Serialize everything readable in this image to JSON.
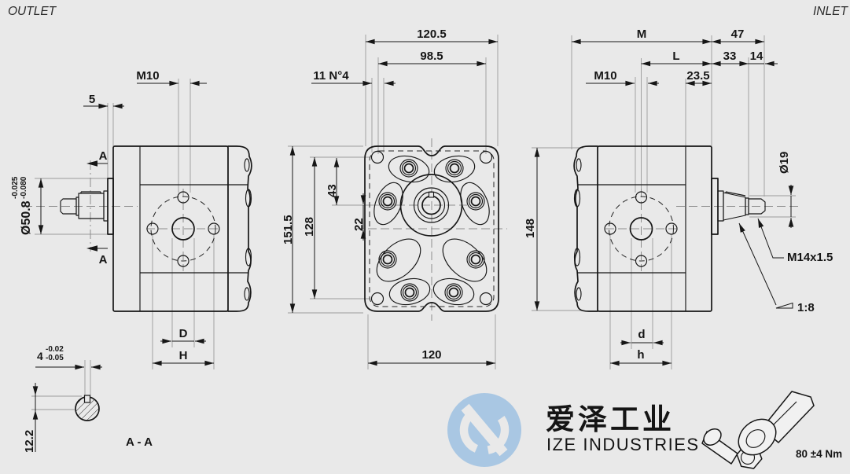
{
  "page": {
    "title_left": "OUTLET",
    "title_right": "INLET",
    "bg_color": "#e9e9e9",
    "line_color": "#161616",
    "aux_color": "#9a9a9a"
  },
  "outlet_view": {
    "dim_boss_offset": "5",
    "dim_mount_thread": "M10",
    "section_label_top": "A",
    "section_label_bottom": "A",
    "dim_spigot_dia": "Ø50.8",
    "spigot_tol_upper": "-0.025",
    "spigot_tol_lower": "-0.080",
    "dim_port_dia": "D",
    "dim_port_spacing": "H"
  },
  "front_view": {
    "dim_width_overall": "120.5",
    "dim_width_bolts": "98.5",
    "dim_corner_holes": "11 N°4",
    "dim_height_overall": "151.5",
    "dim_height_bolts": "128",
    "dim_axis_offset_top": "43",
    "dim_axis_offset_mid": "22",
    "dim_width_base": "120"
  },
  "inlet_view": {
    "dim_length_overall": "M",
    "dim_shaft_length": "47",
    "dim_body_length": "L",
    "dim_taper_length": "33",
    "dim_thread_length": "14",
    "dim_mount_thread": "M10",
    "dim_flange_thickness": "23.5",
    "dim_height_overall": "148",
    "dim_shaft_dia": "Ø19",
    "dim_shaft_thread": "M14x1.5",
    "dim_taper_ratio": "1:8",
    "dim_port_dia": "d",
    "dim_port_spacing": "h"
  },
  "section_aa": {
    "label": "A - A",
    "dim_key_width": "4",
    "key_tol_upper": "-0.02",
    "key_tol_lower": "-0.05",
    "dim_key_height": "12.2"
  },
  "torque_note": {
    "value": "80 ±4 Nm"
  },
  "watermark": {
    "cn_name": "爱泽工业",
    "en_name": "IZE INDUSTRIES",
    "logo_color": "#a9c7e3",
    "cn_color": "#7d7d7d",
    "en_color": "#9a9a9a"
  }
}
